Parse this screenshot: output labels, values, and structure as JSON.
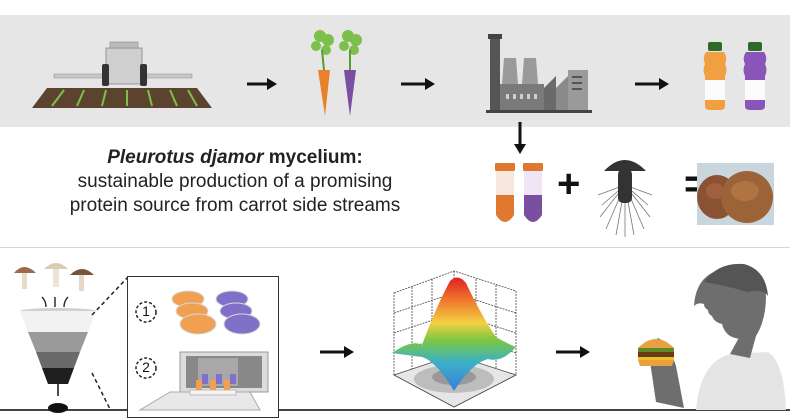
{
  "figure": {
    "type": "graphical-abstract",
    "headline": {
      "species_italic": "Pleurotus djamor",
      "title_rest": " mycelium:",
      "subtitle_line1": "sustainable production of a promising",
      "subtitle_line2": "protein source from carrot side streams"
    },
    "top_row": {
      "steps": [
        "field-sprayer",
        "carrots",
        "factory",
        "juice-bottles"
      ],
      "carrot_colors": [
        "#e8822a",
        "#7a4fa0"
      ],
      "bottle_colors": [
        "#f0a040",
        "#8a55b8"
      ],
      "cap_color": "#2e6b2a",
      "band_color": "#e6e6e6"
    },
    "middle_row": {
      "operators": {
        "plus": "+",
        "equals": "="
      },
      "tube_colors": [
        "#e07830",
        "#7a4fa0"
      ],
      "mycelium_color": "#333333"
    },
    "bottom_row": {
      "step_numbers": [
        "1",
        "2"
      ],
      "plate_colors": [
        "#f0a050",
        "#8070c8"
      ],
      "funnel_layers": [
        "#f2f2f2",
        "#9a9a9a",
        "#6a6a6a",
        "#1e1e1e"
      ],
      "surface_gradient": [
        "#3a7fd8",
        "#3ab0c8",
        "#7cc840",
        "#f4d040",
        "#f08030",
        "#e02020"
      ],
      "person_color": "#6e6e6e"
    }
  }
}
